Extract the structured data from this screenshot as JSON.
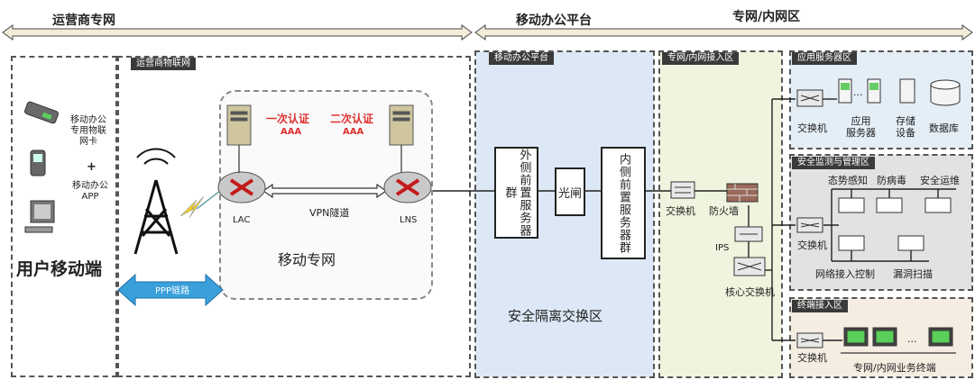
{
  "headers": {
    "operator": "运营商专网",
    "platform": "移动办公平台",
    "intranet": "专网/内网区"
  },
  "zones": {
    "operator_iot": "运营商物联网",
    "platform": "移动办公平台",
    "access": "专网/内网接入区",
    "app_servers": "应用服务器区",
    "security": "安全监测与管理区",
    "terminals": "终端接入区"
  },
  "user": {
    "title": "用户移动端",
    "card_label": "移动办公\n专用物联\n网卡",
    "plus": "+",
    "app_label": "移动办公\nAPP"
  },
  "operator": {
    "auth1": "一次认证",
    "auth1_sub": "AAA",
    "auth2": "二次认证",
    "auth2_sub": "AAA",
    "lac": "LAC",
    "lns": "LNS",
    "vpn": "VPN隧道",
    "network": "移动专网",
    "ppp": "PPP链路"
  },
  "platform": {
    "outer": "外侧前置服务器群",
    "gap": "光闸",
    "inner": "内侧前置服务器群",
    "zone_label": "安全隔离交换区"
  },
  "access": {
    "switch": "交换机",
    "firewall": "防火墙",
    "ips": "IPS",
    "core": "核心交换机"
  },
  "apps": {
    "switch": "交换机",
    "servers": "应用\n服务器",
    "storage": "存储\n设备",
    "db": "数据库",
    "dots": "..."
  },
  "security": {
    "situation": "态势感知",
    "antivirus": "防病毒",
    "ops": "安全运维",
    "switch": "交换机",
    "nac": "网络接入控制",
    "scan": "漏洞扫描"
  },
  "terminals": {
    "switch": "交换机",
    "label": "专网/内网业务终端",
    "dots": "..."
  }
}
